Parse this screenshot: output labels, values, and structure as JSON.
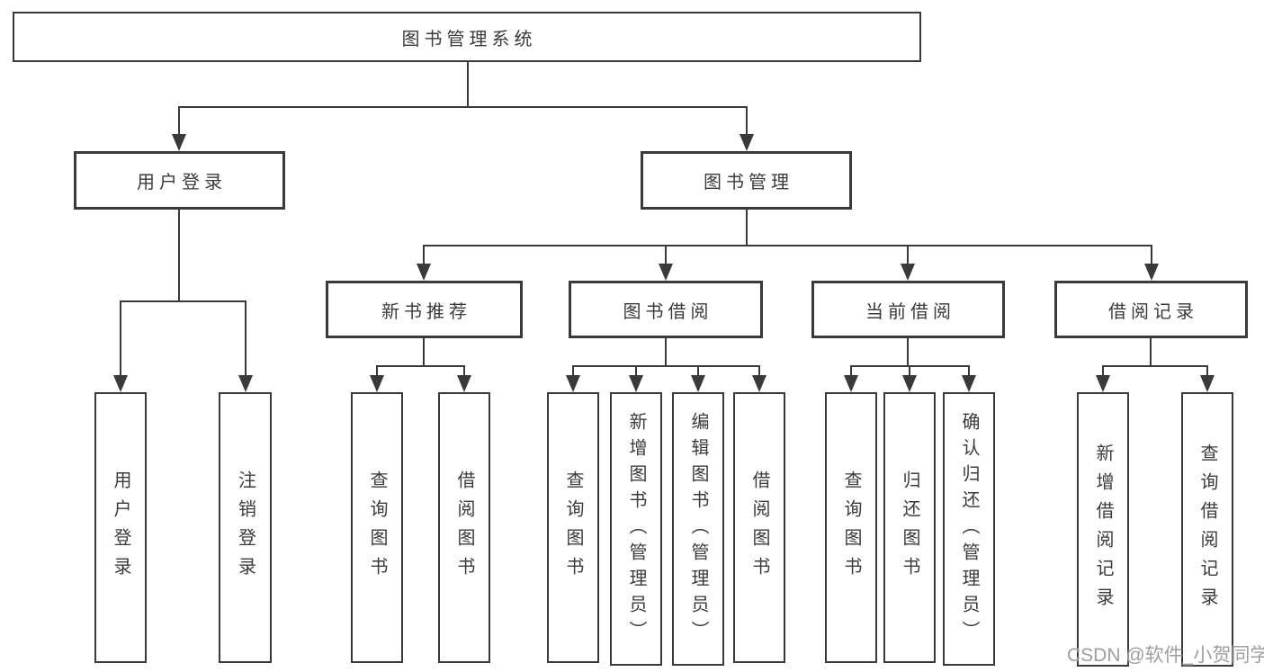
{
  "root": {
    "label": "图书管理系统"
  },
  "level2": {
    "user_login": {
      "label": "用户登录"
    },
    "book_management": {
      "label": "图书管理"
    }
  },
  "user_login_children": [
    {
      "label": "用户登录"
    },
    {
      "label": "注销登录"
    }
  ],
  "book_management_children": [
    {
      "label": "新书推荐",
      "children": [
        "查询图书",
        "借阅图书"
      ]
    },
    {
      "label": "图书借阅",
      "children": [
        "查询图书",
        "新增图书（管理员）",
        "编辑图书（管理员）",
        "借阅图书"
      ]
    },
    {
      "label": "当前借阅",
      "children": [
        "查询图书",
        "归还图书",
        "确认归还（管理员）"
      ]
    },
    {
      "label": "借阅记录",
      "children": [
        "新增借阅记录",
        "查询借阅记录"
      ]
    }
  ],
  "watermark": {
    "text": "CSDN @软件_小贺同学"
  },
  "colors": {
    "line": "#3a3a3a",
    "text": "#3b3b3b",
    "background": "#ffffff"
  }
}
